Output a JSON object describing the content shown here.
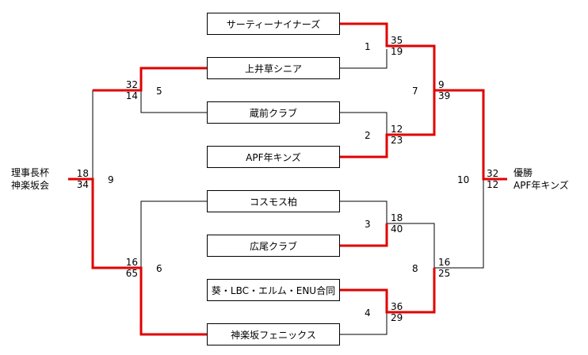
{
  "teams": [
    "サーティーナイナーズ",
    "上井草シニア",
    "蔵前クラブ",
    "APF年キンズ",
    "コスモス柏",
    "広尾クラブ",
    "葵・LBC・エルム・ENU合同",
    "神楽坂フェニックス"
  ],
  "games": [
    {
      "no": "1",
      "top": "35",
      "bottom": "19"
    },
    {
      "no": "2",
      "top": "12",
      "bottom": "23"
    },
    {
      "no": "3",
      "top": "18",
      "bottom": "40"
    },
    {
      "no": "4",
      "top": "36",
      "bottom": "29"
    },
    {
      "no": "5",
      "top": "32",
      "bottom": "14"
    },
    {
      "no": "6",
      "top": "16",
      "bottom": "65"
    },
    {
      "no": "7",
      "top": "9",
      "bottom": "39"
    },
    {
      "no": "8",
      "top": "16",
      "bottom": "25"
    },
    {
      "no": "9",
      "top": "18",
      "bottom": "34"
    },
    {
      "no": "10",
      "top": "32",
      "bottom": "12"
    }
  ],
  "left_final": {
    "line1": "理事長杯",
    "line2": "神楽坂会"
  },
  "right_final": {
    "line1": "優勝",
    "line2": "APF年キンズ"
  },
  "colors": {
    "winner_line": "#e00000",
    "line": "#000000"
  }
}
